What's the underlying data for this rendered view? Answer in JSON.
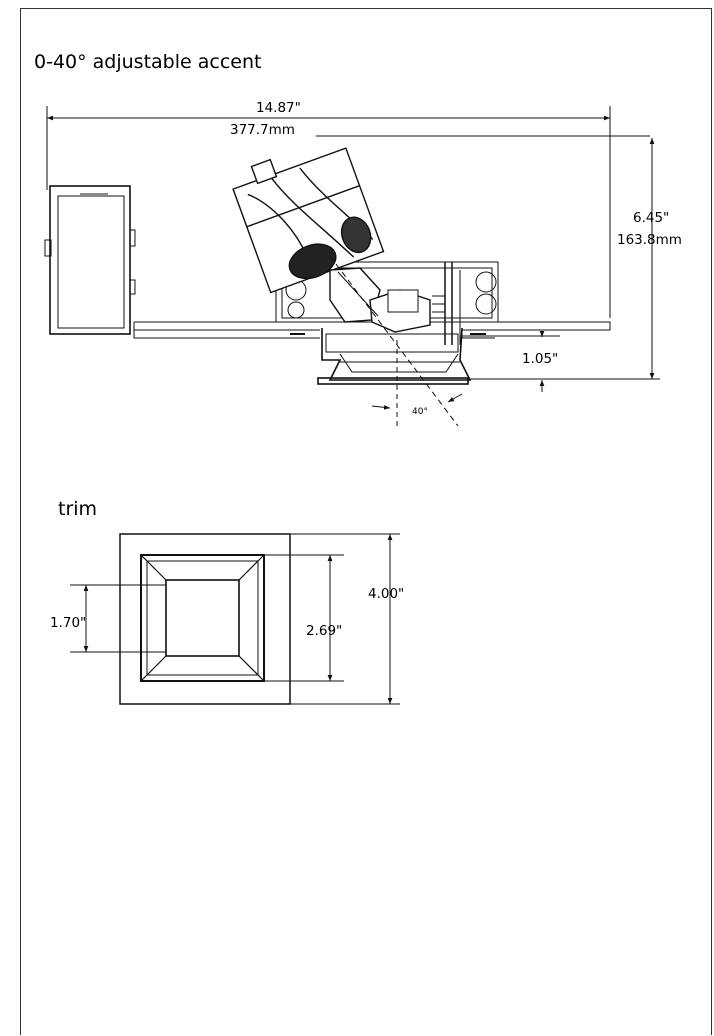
{
  "title": "0-40° adjustable accent",
  "accent": {
    "overall_width_in": "14.87\"",
    "overall_width_mm": "377.7mm",
    "overall_height_in": "6.45\"",
    "overall_height_mm": "163.8mm",
    "trim_depth_in": "1.05\"",
    "tilt_angle": "40°"
  },
  "trim": {
    "label": "trim",
    "outer_in": "4.00\"",
    "middle_in": "2.69\"",
    "inner_in": "1.70\""
  }
}
